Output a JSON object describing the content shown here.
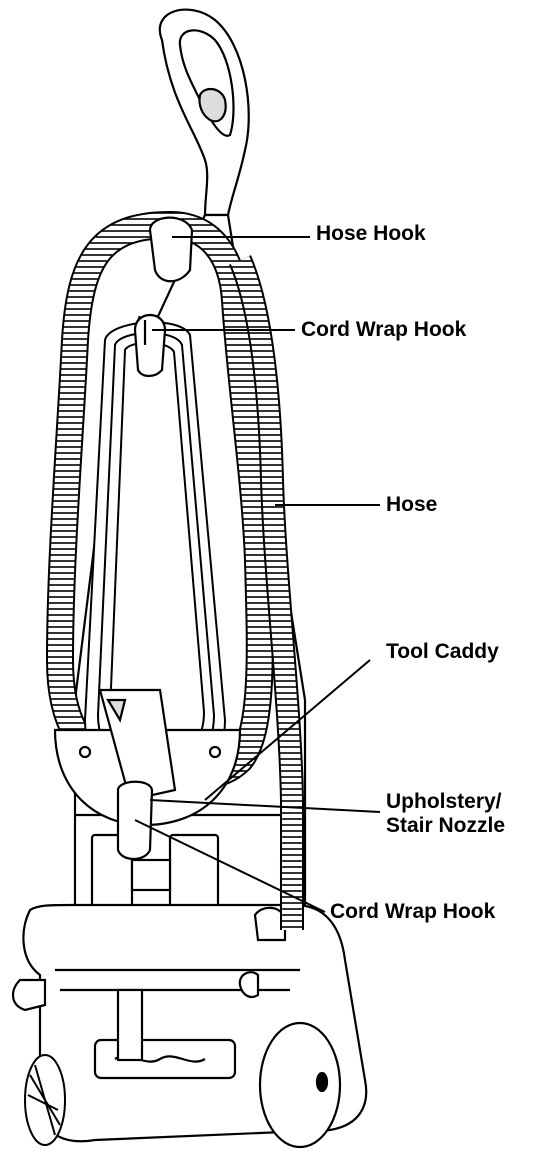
{
  "labels": {
    "hose_hook": "Hose Hook",
    "cord_wrap_hook_upper": "Cord Wrap Hook",
    "hose": "Hose",
    "tool_caddy": "Tool Caddy",
    "upholstery_line1": "Upholstery/",
    "upholstery_line2": "Stair Nozzle",
    "cord_wrap_hook_lower": "Cord Wrap Hook"
  },
  "colors": {
    "line": "#000000",
    "background": "#ffffff",
    "fill": "#ffffff"
  }
}
